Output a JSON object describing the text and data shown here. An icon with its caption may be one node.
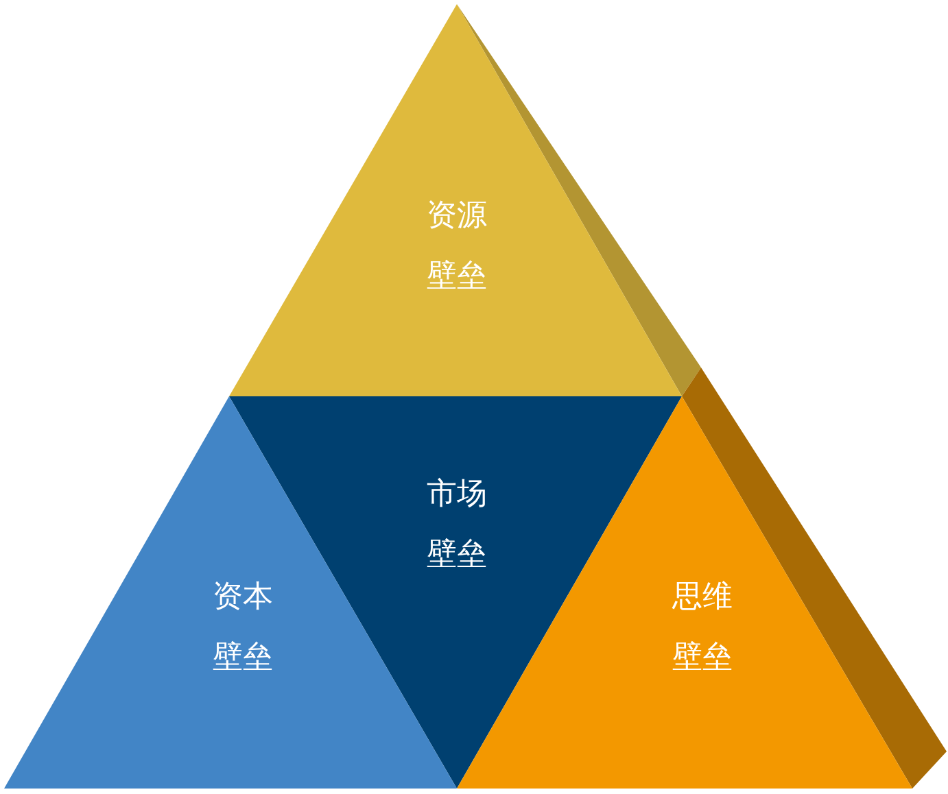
{
  "diagram": {
    "nodes": [
      {
        "text": [
          "资源壁垒"
        ]
      },
      {
        "text": [
          "市场壁垒"
        ]
      },
      {
        "text": [
          "资本壁垒"
        ]
      },
      {
        "text": [
          "思维壁垒"
        ]
      }
    ]
  }
}
